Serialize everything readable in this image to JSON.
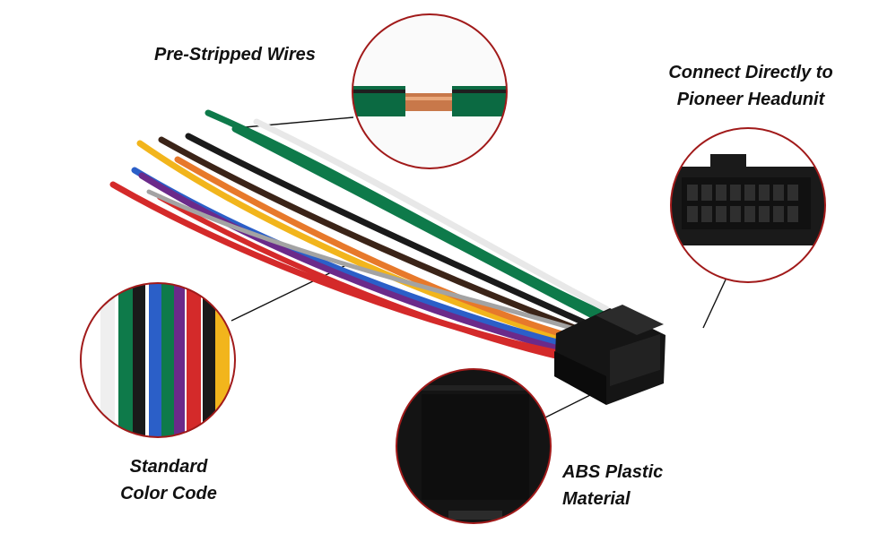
{
  "callouts": {
    "pre_stripped": {
      "text": "Pre-Stripped Wires"
    },
    "connect": {
      "line1": "Connect Directly to",
      "line2": "Pioneer Headunit"
    },
    "color_code": {
      "line1": "Standard",
      "line2": "Color Code"
    },
    "abs": {
      "line1": "ABS Plastic",
      "line2": "Material"
    }
  },
  "colors": {
    "circle_border": "#a11a1a",
    "leader_line": "#111111",
    "connector": "#151515",
    "wires": [
      "#0e7a4a",
      "#e8e8e8",
      "#1a1a1a",
      "#3b2418",
      "#f2b51c",
      "#e7792b",
      "#2b5fc8",
      "#6b2a8a",
      "#d42a2a",
      "#a3a3a3"
    ]
  },
  "icons": [
    "wire-harness-illustration",
    "connector-closeup",
    "stripped-wire-closeup",
    "color-code-closeup",
    "abs-material-closeup"
  ]
}
